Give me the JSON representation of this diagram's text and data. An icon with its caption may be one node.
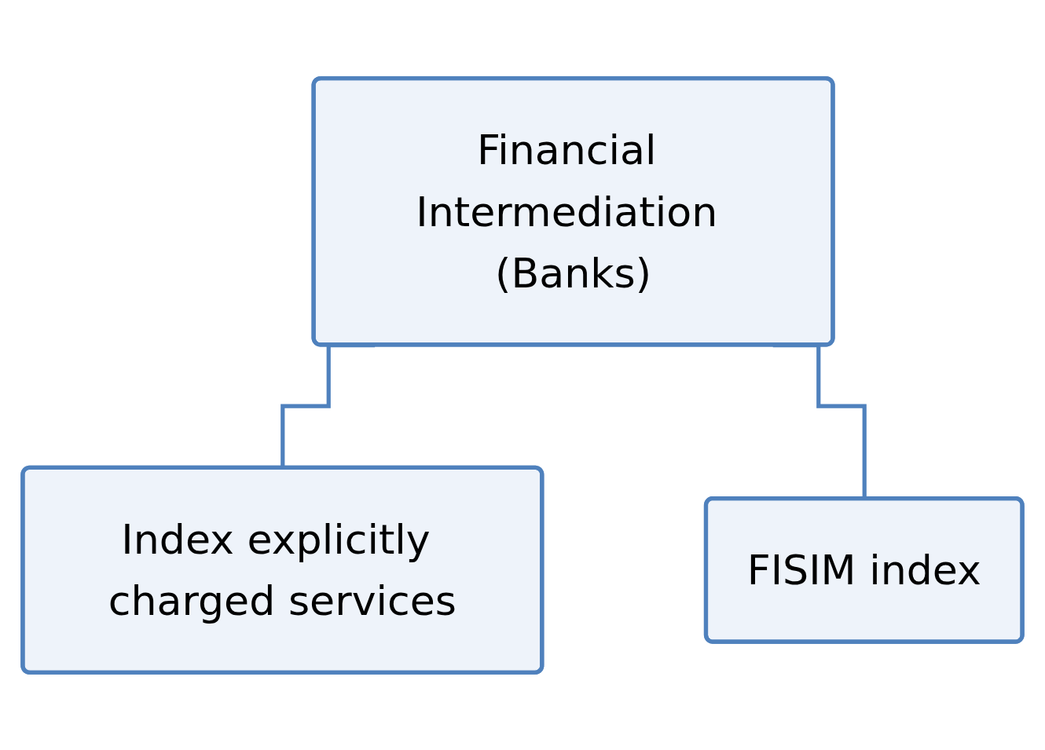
{
  "diagram": {
    "nodes": [
      {
        "text": [
          "Financial Intermediation (Banks)"
        ]
      },
      {
        "text": [
          "Index explicitly charged services"
        ]
      },
      {
        "text": [
          "FISIM index"
        ]
      }
    ],
    "edges": [
      {
        "from": 0,
        "to": 1,
        "arrow": "none"
      },
      {
        "from": 0,
        "to": 2,
        "arrow": "none"
      }
    ]
  }
}
